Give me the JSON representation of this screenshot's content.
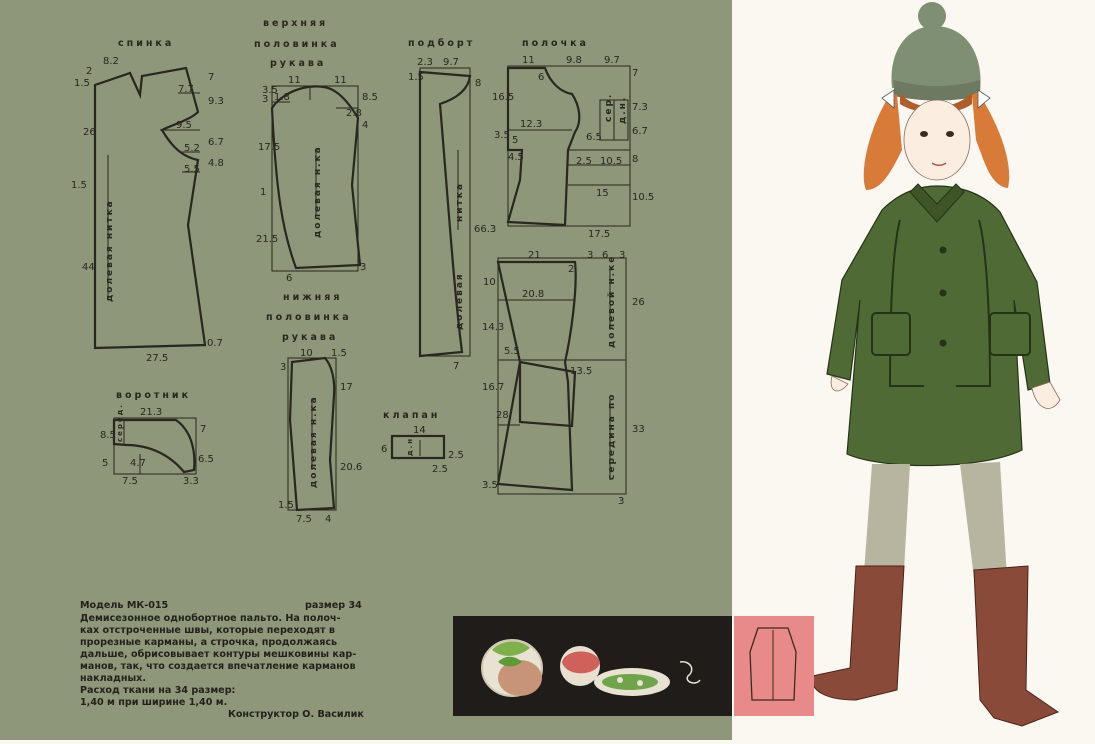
{
  "labels": {
    "spinka": "спинка",
    "upper_sleeve_1": "верхняя",
    "upper_sleeve_2": "половинка",
    "upper_sleeve_3": "рукава",
    "podbort": "подборт",
    "polochka": "полочка",
    "lower_sleeve_1": "нижняя",
    "lower_sleeve_2": "половинка",
    "lower_sleeve_3": "рукава",
    "vorotnik": "воротник",
    "klapan": "клапан"
  },
  "grain": {
    "spinka": "долевая нитка",
    "upper": "долевая н.ка",
    "podbort": "долевая нитка",
    "lower": "долевая н.ка",
    "polochka_mid": "середина по долевой н.кe",
    "collar": "серед.",
    "klapan": "д.н.",
    "polochka_ser": "сер.",
    "polochka_dn": "д.н."
  },
  "measurements": {
    "spinka": [
      "8.2",
      "1.5",
      "2",
      "26",
      "7.7",
      "9.5",
      "5.2",
      "5.5",
      "1.5",
      "44",
      "27.5",
      "7",
      "9.3",
      "6.7",
      "4.8",
      "0.7"
    ],
    "upper": [
      "11",
      "11",
      "3",
      "3.5",
      "1.8",
      "17.5",
      "8.5",
      "2.8",
      "4",
      "1",
      "21.5",
      "6",
      "3"
    ],
    "podbort": [
      "2.3",
      "9.7",
      "1.5",
      "8",
      "66.3",
      "7"
    ],
    "polochka": [
      "11",
      "9.8",
      "9.7",
      "6",
      "16.5",
      "12.3",
      "3.5",
      "5",
      "4.5",
      "6.5",
      "2.5",
      "10.5",
      "15",
      "17.5",
      "7",
      "7.3",
      "6.7",
      "8",
      "10.5"
    ],
    "polochka_lower": [
      "21",
      "3",
      "6",
      "3",
      "2",
      "10",
      "20.8",
      "14.3",
      "5.5",
      "13.5",
      "16.7",
      "28",
      "3.5",
      "3",
      "26",
      "33"
    ],
    "lower": [
      "10",
      "1.5",
      "3",
      "17",
      "20.6",
      "1.5",
      "7.5",
      "4"
    ],
    "collar": [
      "21.3",
      "8.5",
      "7",
      "5",
      "4.7",
      "6.5",
      "7.5",
      "3.3"
    ],
    "klapan": [
      "14",
      "6",
      "2.5",
      "2.5"
    ]
  },
  "caption": {
    "model": "Модель МК-015",
    "size": "размер 34",
    "body_lines": [
      "Демисезонное однобортное пальто. На полоч-",
      "ках отстроченные швы, которые переходят в",
      "прорезные карманы, а строчка, продолжаясь",
      "дальше, обрисовывает контуры мешковины кар-",
      "манов, так, что создается впечатление карманов",
      "накладных."
    ],
    "fabric_1": "Расход ткани на 34 размер:",
    "fabric_2": "1,40 м при ширине 1,40 м.",
    "designer": "Конструктор О. Василик"
  },
  "colors": {
    "pattern_bg": "#8e9779",
    "paper": "#fbf8f1",
    "coat": "#4f6a34",
    "boots": "#8a4a3a",
    "pink_panel": "#e8898a",
    "black_panel": "#1f1c1a"
  }
}
